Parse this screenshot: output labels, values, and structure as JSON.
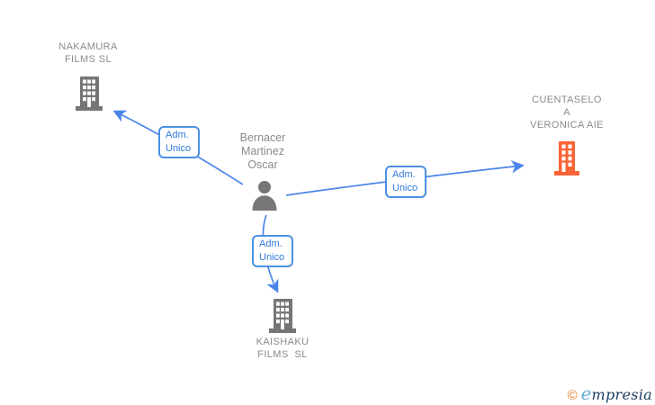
{
  "diagram": {
    "person": {
      "name_lines": [
        "Bernacer",
        "Martinez",
        "Oscar"
      ]
    },
    "companies": {
      "nakamura": {
        "name_lines": [
          "NAKAMURA",
          "FILMS SL"
        ]
      },
      "cuentaselo": {
        "name_lines": [
          "CUENTASELO",
          "A",
          "VERONICA AIE"
        ]
      },
      "kaishaku": {
        "name_lines": [
          "KAISHAKU",
          "FILMS  SL"
        ]
      }
    },
    "edges": [
      {
        "from": "person",
        "to": "nakamura",
        "label": "Adm. Unico"
      },
      {
        "from": "person",
        "to": "cuentaselo",
        "label": "Adm. Unico"
      },
      {
        "from": "person",
        "to": "kaishaku",
        "label": "Adm. Unico"
      }
    ]
  },
  "colors": {
    "line": "#4a86e8",
    "label_text": "#2e7bdb",
    "label_border": "#4a90e2",
    "company_text": "#8b8b8b",
    "icon_gray": "#757575",
    "icon_orange": "#fa6437",
    "logo_copyright": "#e8791e",
    "logo_e": "#67afd6",
    "logo_rest": "#1d3d60"
  },
  "footer": {
    "copyright_symbol": "©",
    "brand_e": "e",
    "brand_rest": "mpresia"
  }
}
